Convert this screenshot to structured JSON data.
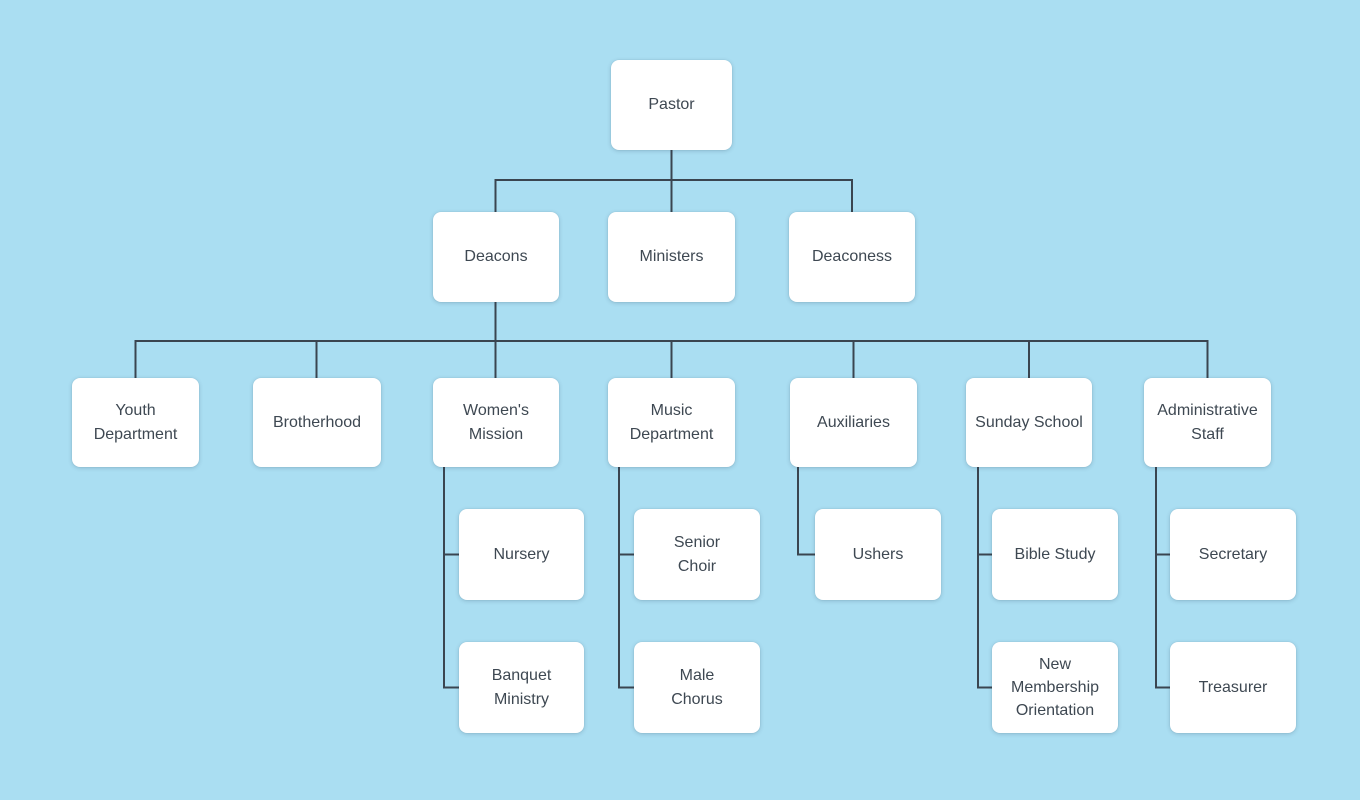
{
  "diagram": {
    "type": "org-chart",
    "colors": {
      "background_color": "#aadef2",
      "node_fill": "#ffffff",
      "connector_color": "#3a4550",
      "text_color": "#3e4852"
    },
    "nodes": {
      "pastor": {
        "label": "Pastor"
      },
      "deacons": {
        "label": "Deacons"
      },
      "ministers": {
        "label": "Ministers"
      },
      "deaconess": {
        "label": "Deaconess"
      },
      "youth_department": {
        "label": "Youth\nDepartment"
      },
      "brotherhood": {
        "label": "Brotherhood"
      },
      "womens_mission": {
        "label": "Women's\nMission"
      },
      "music_department": {
        "label": "Music\nDepartment"
      },
      "auxiliaries": {
        "label": "Auxiliaries"
      },
      "sunday_school": {
        "label": "Sunday School"
      },
      "administrative_staff": {
        "label": "Administrative\nStaff"
      },
      "nursery": {
        "label": "Nursery"
      },
      "senior_choir": {
        "label": "Senior\nChoir"
      },
      "ushers": {
        "label": "Ushers"
      },
      "bible_study": {
        "label": "Bible Study"
      },
      "secretary": {
        "label": "Secretary"
      },
      "banquet_ministry": {
        "label": "Banquet\nMinistry"
      },
      "male_chorus": {
        "label": "Male\nChorus"
      },
      "new_membership_orientation": {
        "label": "New\nMembership\nOrientation"
      },
      "treasurer": {
        "label": "Treasurer"
      }
    },
    "hierarchy": {
      "pastor": [
        "deacons",
        "ministers",
        "deaconess"
      ],
      "deacons": [
        "youth_department",
        "brotherhood",
        "womens_mission",
        "music_department",
        "auxiliaries",
        "sunday_school",
        "administrative_staff"
      ],
      "womens_mission": [
        "nursery",
        "banquet_ministry"
      ],
      "music_department": [
        "senior_choir",
        "male_chorus"
      ],
      "auxiliaries": [
        "ushers"
      ],
      "sunday_school": [
        "bible_study",
        "new_membership_orientation"
      ],
      "administrative_staff": [
        "secretary",
        "treasurer"
      ]
    }
  }
}
